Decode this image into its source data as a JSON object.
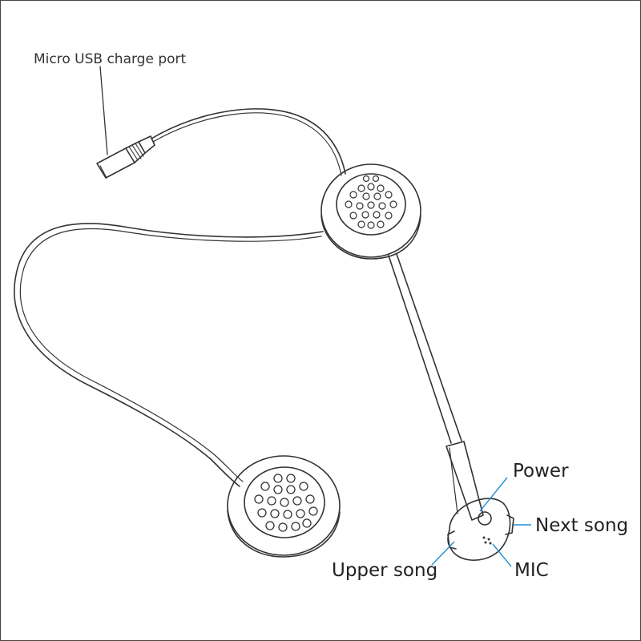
{
  "labels": {
    "usb_port": "Micro USB charge port",
    "power": "Power",
    "next_song": "Next song",
    "mic": "MIC",
    "upper_song": "Upper song"
  },
  "colors": {
    "line": "#333333",
    "leader_line": "#1f8fd6",
    "text": "#222222",
    "border": "#444444",
    "background": "#ffffff"
  }
}
